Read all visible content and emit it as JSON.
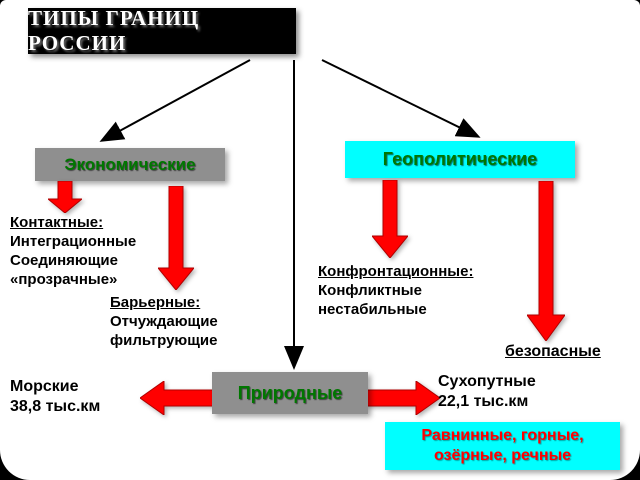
{
  "title": "ТИПЫ ГРАНИЦ РОССИИ",
  "boxes": {
    "economic": "Экономические",
    "geopolitical": "Геополитические",
    "natural": "Природные",
    "relief": "Равнинные, горные,\nозёрные, речные"
  },
  "text_blocks": {
    "contact": {
      "head": "Контактные:",
      "body": "Интеграционные\nСоединяющие\n«прозрачные»"
    },
    "barrier": {
      "head": "Барьерные:",
      "body": "Отчуждающие\nфильтрующие"
    },
    "confrontation": {
      "head": "Конфронтационные:",
      "body": "Конфликтные\nнестабильные"
    },
    "safe": "безопасные",
    "sea": "Морские\n38,8 тыс.км",
    "land": "Сухопутные\n22,1 тыс.км"
  },
  "colors": {
    "arrow_red": "#ff0000",
    "box_gray": "#8f8f8f",
    "box_cyan": "#00ffff",
    "label_green": "#007700",
    "relief_text_red": "#ff0000",
    "title_bg": "#000000",
    "title_fg": "#ffffff"
  }
}
